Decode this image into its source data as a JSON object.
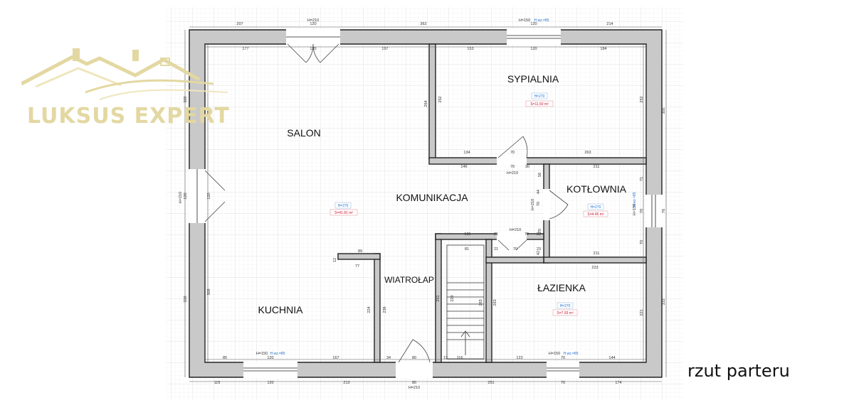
{
  "brand": {
    "name": "LUKSUS EXPERT",
    "color": "#e3d8a2"
  },
  "caption": "rzut parteru",
  "rooms": {
    "salon": "SALON",
    "sypialnia": "SYPIALNIA",
    "komunikacja": "KOMUNIKACJA",
    "kotlownia": "KOTŁOWNIA",
    "wiatrolap": "WIATROŁAP",
    "kuchnia": "KUCHNIA",
    "lazienka": "ŁAZIENKA"
  },
  "room_tags": {
    "sypialnia": {
      "height": "H=270",
      "area": "S=11.50 m²"
    },
    "salon": {
      "height": "H=270",
      "area": "S=41.81 m²"
    },
    "kotlownia": {
      "height": "H=270",
      "area": "S=4.45 m²"
    },
    "lazienka": {
      "height": "H=270",
      "area": "S=7.93 m²"
    }
  },
  "openings": {
    "top_door_salon": "H=210",
    "top_window_sypialnia": "H=150",
    "top_window_sypialnia_sill": "H wz.=85",
    "sypialnia_door": "H=210",
    "lazienka_door": "H=210",
    "kotlownia_door": "H=210",
    "left_door": "H=210",
    "kotlownia_window": "H=150",
    "kotlownia_window_sill": "H wz.=85",
    "bottom_window_kuchnia": "H=150",
    "bottom_window_kuchnia_sill": "H wz.=85",
    "bottom_window_lazienka": "H=150",
    "bottom_window_lazienka_sill": "H wz.=85",
    "entrance_door": "H=210"
  },
  "dimensions": {
    "top_outer": [
      "207",
      "120",
      "362",
      "120",
      "214"
    ],
    "top_inner": [
      "177",
      "120",
      "197",
      "153",
      "120",
      "184"
    ],
    "sypialnia_bottom": [
      "134",
      "70",
      "263"
    ],
    "hall_mid": [
      "146",
      "70",
      "30",
      "211"
    ],
    "stair_top": [
      "105",
      "21",
      "70",
      "23"
    ],
    "stair_inner": [
      "81",
      "21",
      "70",
      "23"
    ],
    "kitchen_counter": [
      "89",
      "77",
      "12"
    ],
    "lazienka_top": [
      "223"
    ],
    "kotlownia_bottom": [
      "211"
    ],
    "bottom_inner": [
      "85",
      "120",
      "167",
      "34",
      "80",
      "12",
      "116",
      "123",
      "70",
      "144"
    ],
    "bottom_outer": [
      "115",
      "120",
      "213",
      "80",
      "251",
      "70",
      "174"
    ],
    "left_outer": [
      "309",
      "120",
      "339"
    ],
    "left_inner": [
      "279",
      "120",
      "309"
    ],
    "right_outer": [
      "305",
      "76",
      "333"
    ],
    "right_inner": [
      "252",
      "71",
      "70",
      "70",
      "221"
    ],
    "sypialnia_left": [
      "252",
      "264"
    ],
    "kitchen_right": [
      "224",
      "236"
    ],
    "stairs": [
      "251",
      "229",
      "263",
      "263"
    ],
    "kotlownia_left": [
      "70",
      "44",
      "42",
      "56",
      "70"
    ]
  }
}
